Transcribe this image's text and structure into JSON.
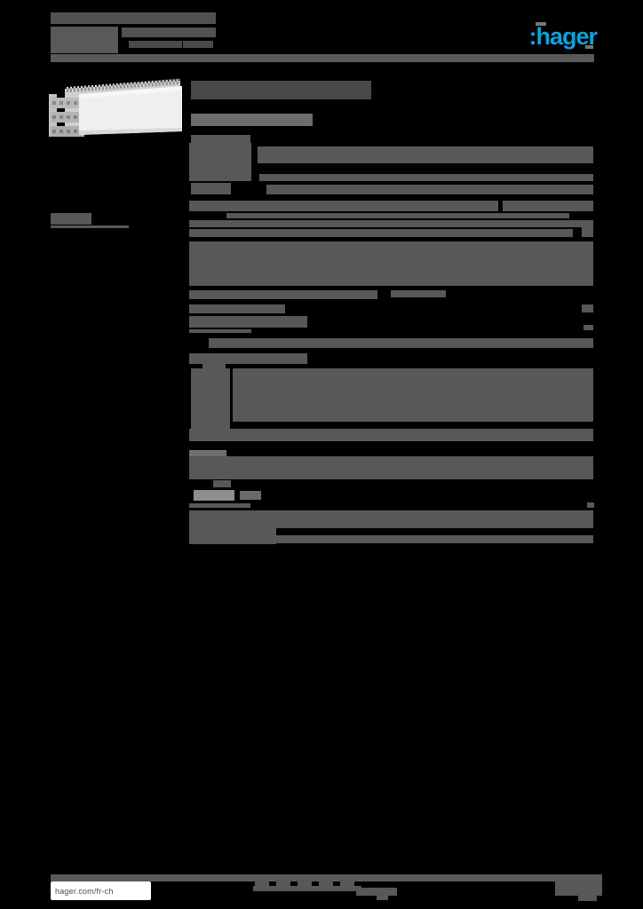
{
  "document": {
    "kind": "product-datasheet-page",
    "brand": "hager",
    "note_visible_text_only": "most body text is rendered too small to read and appears as gray blocks"
  },
  "header": {
    "logo": {
      "colon": ":",
      "text": "hager",
      "color": "#0ba3dd"
    }
  },
  "footer": {
    "website": "hager.com/fr-ch",
    "social_icon_count": 5
  },
  "colors": {
    "page_background": "#000000",
    "redacted_text_gray": "#58585a",
    "redacted_dark_gray": "#49494c",
    "redacted_light_gray": "#8e8e91",
    "rule_gray": "#5a5a5c",
    "logo_cyan": "#0ba3dd",
    "url_box_background": "#ffffff",
    "product_body": "#ededed",
    "product_back": "#cfcfcf"
  }
}
